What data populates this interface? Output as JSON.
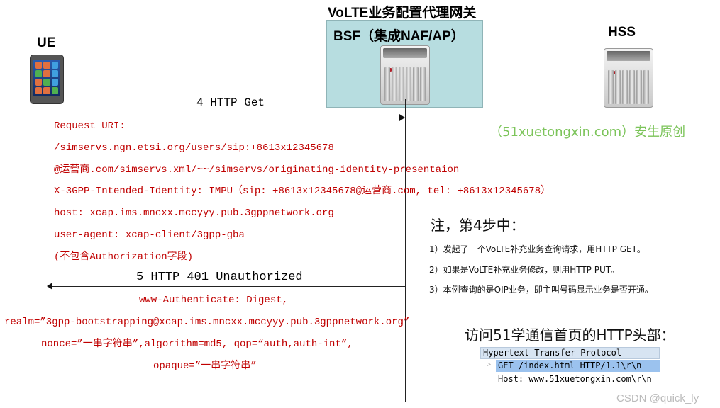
{
  "entities": {
    "gateway_title": "VoLTE业务配置代理网关",
    "ue": "UE",
    "bsf": "BSF（集成NAF/AP）",
    "hss": "HSS"
  },
  "messages": {
    "step4": {
      "label": "4 HTTP Get",
      "lines": [
        "Request URI:",
        "/simservs.ngn.etsi.org/users/sip:+8613x12345678",
        "@运营商.com/simservs.xml/~~/simservs/originating-identity-presentaion",
        "X-3GPP-Intended-Identity: IMPU（sip: +8613x12345678@运营商.com, tel: +8613x12345678）",
        "host: xcap.ims.mncxx.mccyyy.pub.3gppnetwork.org",
        "user-agent: xcap-client/3gpp-gba",
        "(不包含Authorization字段)"
      ]
    },
    "step5": {
      "label": "5 HTTP 401 Unauthorized",
      "lines": [
        "www-Authenticate: Digest,",
        "realm=”3gpp-bootstrapping@xcap.ims.mncxx.mccyyy.pub.3gppnetwork.org”",
        "nonce=”一串字符串”,algorithm=md5, qop=“auth,auth-int”,",
        "opaque=”一串字符串”"
      ]
    }
  },
  "notes": {
    "title": "注，第4步中：",
    "items": [
      "1）发起了一个VoLTE补充业务查询请求，用HTTP GET。",
      "2）如果是VoLTE补充业务修改，则用HTTP PUT。",
      "3）本例查询的是OIP业务，即主叫号码显示业务是否开通。"
    ]
  },
  "http_example": {
    "title": "访问51学通信首页的HTTP头部：",
    "rows": [
      "Hypertext Transfer Protocol",
      "GET /index.html HTTP/1.1\\r\\n",
      "Host: www.51xuetongxin.com\\r\\n"
    ]
  },
  "watermark": "（51xuetongxin.com）安生原创",
  "credit": "CSDN @quick_ly",
  "colors": {
    "message_text": "#c00000",
    "bsf_box": "#b7dde0",
    "watermark": "#7cc45a",
    "highlight": "#9bc2ee"
  },
  "icons": {
    "ue": "smartphone-icon",
    "bsf": "server-icon",
    "hss": "server-icon"
  }
}
